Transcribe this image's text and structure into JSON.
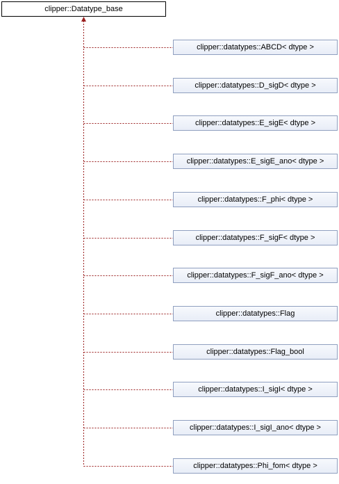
{
  "diagram": {
    "base_class": "clipper::Datatype_base",
    "derived_classes": [
      "clipper::datatypes::ABCD< dtype >",
      "clipper::datatypes::D_sigD< dtype >",
      "clipper::datatypes::E_sigE< dtype >",
      "clipper::datatypes::E_sigE_ano< dtype >",
      "clipper::datatypes::F_phi< dtype >",
      "clipper::datatypes::F_sigF< dtype >",
      "clipper::datatypes::F_sigF_ano< dtype >",
      "clipper::datatypes::Flag",
      "clipper::datatypes::Flag_bool",
      "clipper::datatypes::I_sigI< dtype >",
      "clipper::datatypes::I_sigI_ano< dtype >",
      "clipper::datatypes::Phi_fom< dtype >"
    ],
    "colors": {
      "edge": "#9a1e1e",
      "derived_border": "#8f9fbf",
      "base_border": "#000000"
    }
  }
}
